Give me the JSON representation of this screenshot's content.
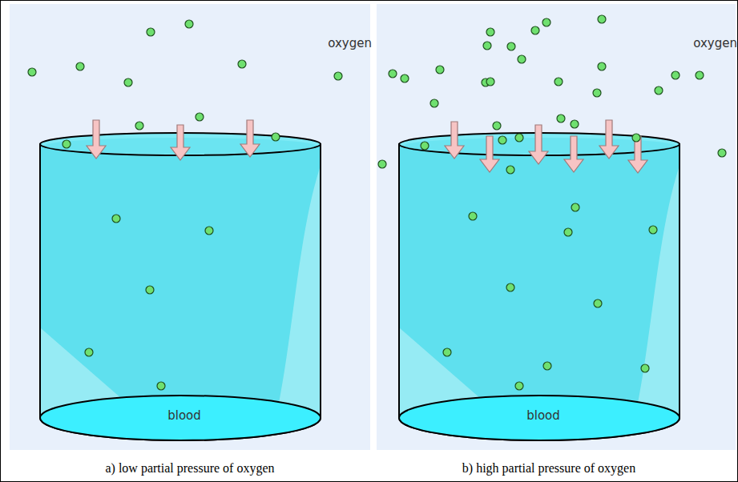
{
  "diagram": {
    "nodes": [
      {
        "text": [
          "oxygen"
        ]
      },
      {
        "text": [
          "blood"
        ],
        "in": 0
      },
      {
        "text": [
          "oxygen"
        ]
      },
      {
        "text": [
          "blood"
        ],
        "in": 2
      }
    ],
    "labels": [
      "a) low partial pressure of oxygen",
      "b) high partial pressure of oxygen"
    ]
  }
}
